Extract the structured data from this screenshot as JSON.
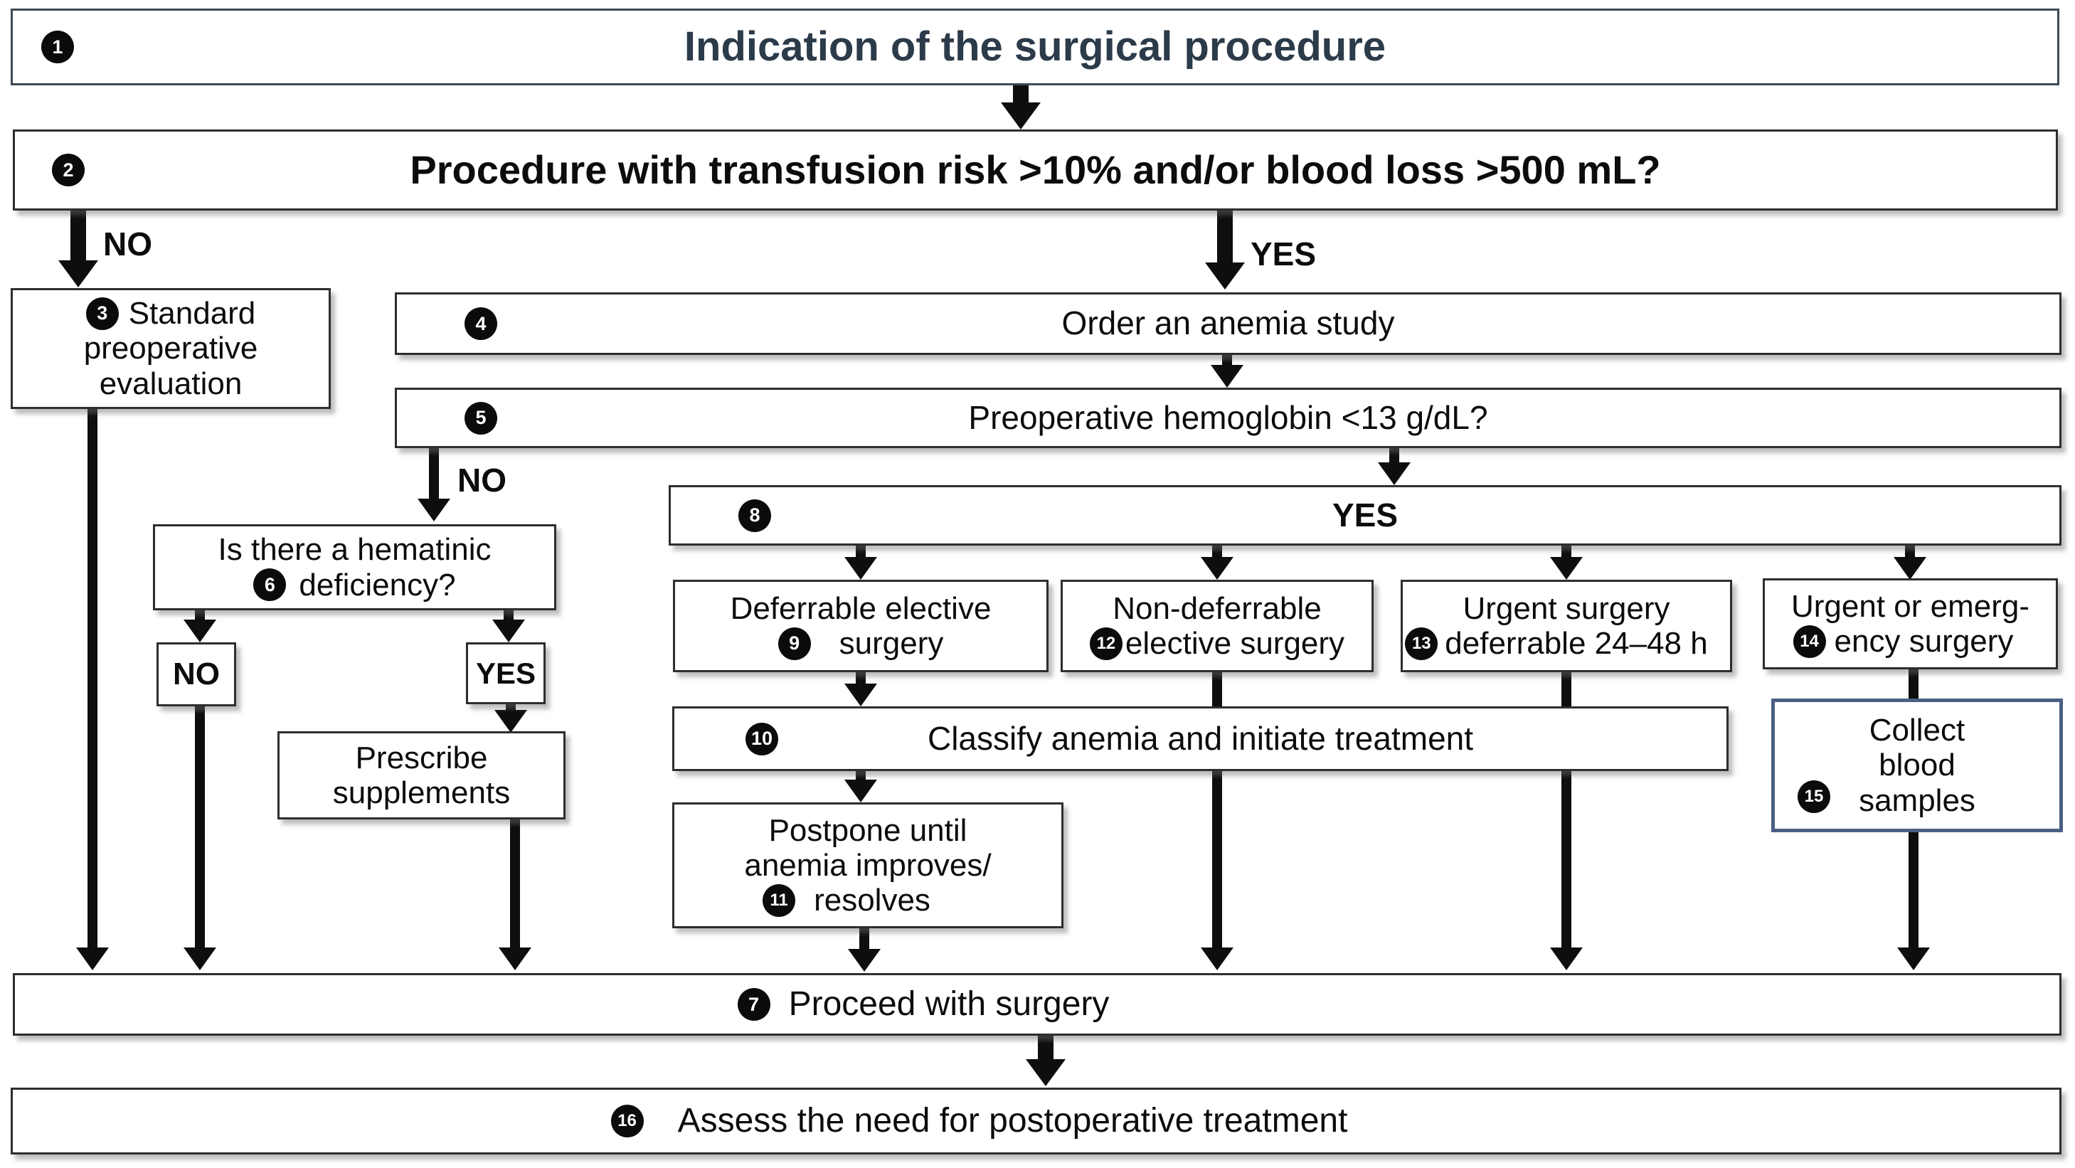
{
  "diagram": {
    "colors": {
      "title_text": "#2c3b4a",
      "box_border": "#2e2e2e",
      "collect_border": "#4a5f82",
      "line": "#0e0e0e",
      "badge_bg": "#0b0b0b",
      "badge_text": "#ffffff",
      "background": "#ffffff"
    },
    "labels": {
      "no_branch_procedure": "NO",
      "yes_branch_procedure": "YES",
      "no_branch_hemoglobin": "NO"
    },
    "nodes": {
      "indication": {
        "badge": "1",
        "text": "Indication of the surgical procedure"
      },
      "procedure_risk": {
        "badge": "2",
        "text": "Procedure with transfusion risk >10% and/or blood loss >500 mL?"
      },
      "standard_eval": {
        "badge": "3",
        "lines": [
          "Standard",
          "preoperative",
          "evaluation"
        ]
      },
      "order_study": {
        "badge": "4",
        "text": "Order an anemia study"
      },
      "hemoglobin_q": {
        "badge": "5",
        "text": "Preoperative hemoglobin <13 g/dL?"
      },
      "hematinic_q": {
        "badge": "6",
        "lines": [
          "Is there a hematinic",
          "deficiency?"
        ]
      },
      "hematinic_no": {
        "text": "NO"
      },
      "hematinic_yes": {
        "text": "YES"
      },
      "prescribe": {
        "lines": [
          "Prescribe",
          "supplements"
        ]
      },
      "yes_bar": {
        "badge": "8",
        "text": "YES"
      },
      "deferrable_elective": {
        "badge": "9",
        "lines": [
          "Deferrable elective",
          "surgery"
        ]
      },
      "non_deferrable": {
        "badge": "12",
        "lines": [
          "Non-deferrable",
          "elective surgery"
        ]
      },
      "urgent_deferrable": {
        "badge": "13",
        "lines": [
          "Urgent surgery",
          "deferrable 24–48 h"
        ]
      },
      "urgent_emergency": {
        "badge": "14",
        "lines": [
          "Urgent or emerg-",
          "ency surgery"
        ]
      },
      "classify_anemia": {
        "badge": "10",
        "text": "Classify anemia and initiate treatment"
      },
      "postpone": {
        "badge": "11",
        "lines": [
          "Postpone until",
          "anemia improves/",
          "resolves"
        ]
      },
      "collect_samples": {
        "badge": "15",
        "lines": [
          "Collect",
          "blood",
          "samples"
        ]
      },
      "proceed": {
        "badge": "7",
        "text": "Proceed with surgery"
      },
      "assess": {
        "badge": "16",
        "text": "Assess the need for postoperative treatment"
      }
    }
  }
}
